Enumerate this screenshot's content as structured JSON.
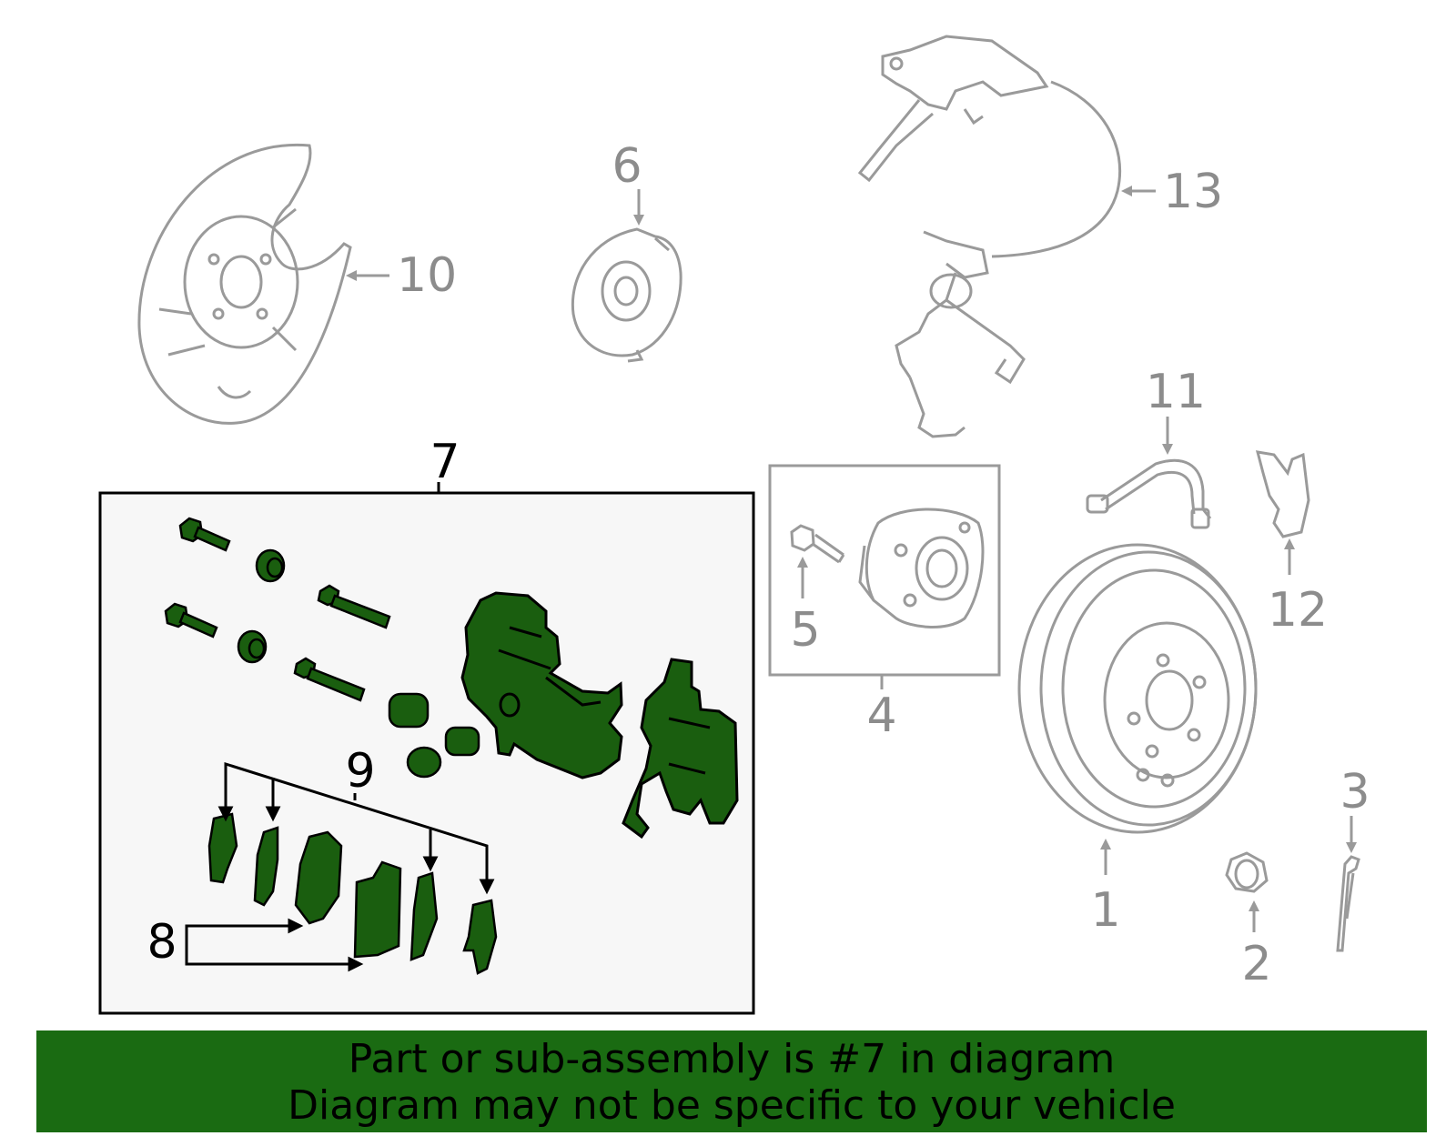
{
  "callouts": {
    "c1": "1",
    "c2": "2",
    "c3": "3",
    "c4": "4",
    "c5": "5",
    "c6": "6",
    "c7": "7",
    "c8": "8",
    "c9": "9",
    "c10": "10",
    "c11": "11",
    "c12": "12",
    "c13": "13"
  },
  "highlighted_part": "7",
  "banner": {
    "line1": "Part or sub-assembly is #7 in diagram",
    "line2": "Diagram may not be specific to your vehicle"
  },
  "colors": {
    "highlight_fill": "#1a5e0f",
    "banner_bg": "#1a6b12",
    "outline_gray": "#9a9a9a",
    "panel_bg": "#f7f7f7"
  }
}
